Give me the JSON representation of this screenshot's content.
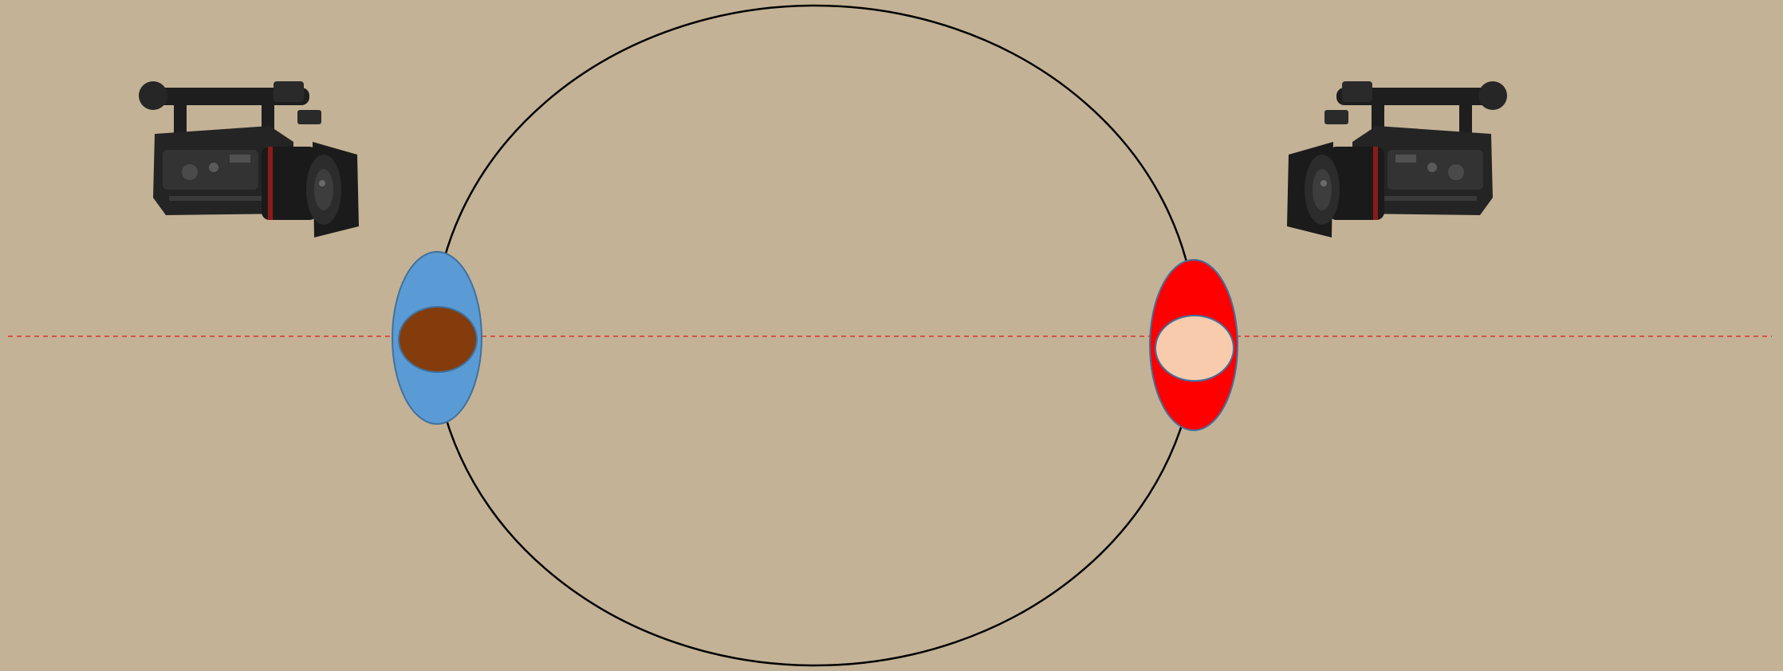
{
  "colors": {
    "background": "#c4b296",
    "circle_outline": "#000000",
    "axis_line": "#e0302a",
    "left_person_body": "#5b9bd5",
    "left_person_head": "#843c0c",
    "right_person_body": "#ff0000",
    "right_person_head": "#f8cbad",
    "person_outline": "#41719c",
    "camera_body": "#1e1e1e",
    "camera_detail": "#3a3a3a",
    "lens_accent": "#8b1a1a"
  },
  "elements": {
    "circle": "stage-circle",
    "axis": "axis-line-dashed",
    "left_person": "person-blue-brown-head",
    "right_person": "person-red-peach-head",
    "left_camera": "video-camera-icon",
    "right_camera": "video-camera-icon"
  }
}
